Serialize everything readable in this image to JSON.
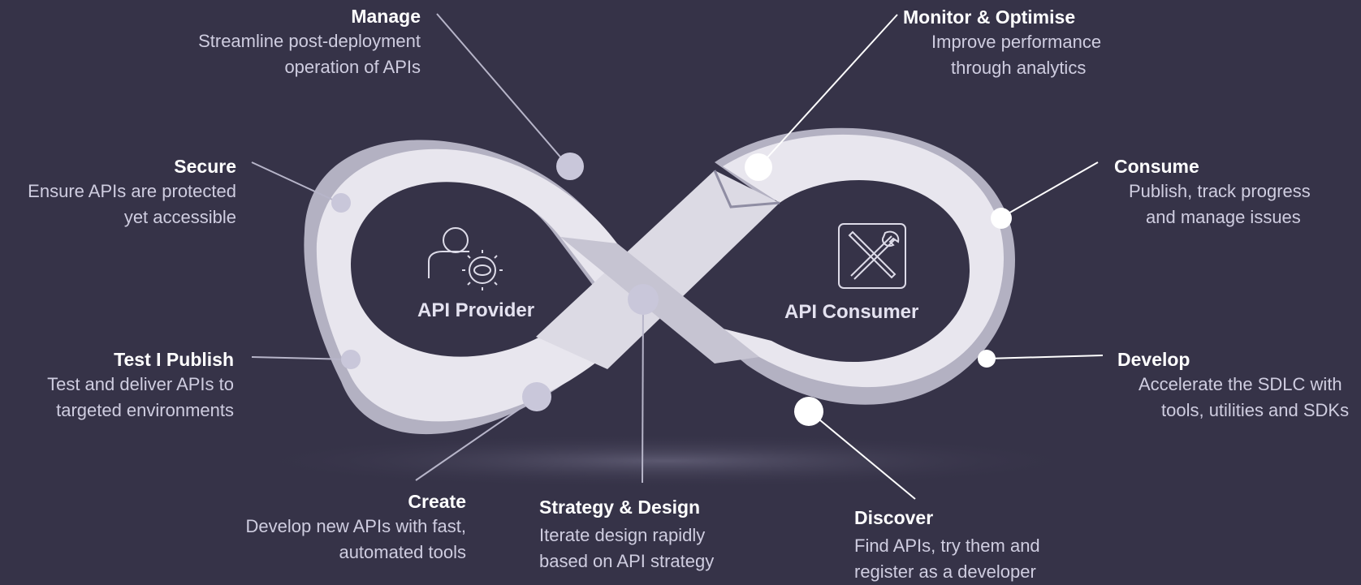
{
  "hubs": {
    "provider": "API Provider",
    "consumer": "API Consumer"
  },
  "icons": {
    "provider": "user-api-gear-icon",
    "consumer": "tools-wrench-screwdriver-icon"
  },
  "colors": {
    "background": "#363348",
    "band_light": "#e8e6ee",
    "band_shade": "#b3b1c2",
    "node_provider": "#c9c7da",
    "node_consumer": "#ffffff"
  },
  "stages": {
    "manage": {
      "title": "Manage",
      "desc": [
        "Streamline post-deployment",
        "operation of APIs"
      ]
    },
    "secure": {
      "title": "Secure",
      "desc": [
        "Ensure APIs are protected",
        "yet accessible"
      ]
    },
    "test_publish": {
      "title": "Test I Publish",
      "desc": [
        "Test and deliver APIs to",
        "targeted environments"
      ]
    },
    "create": {
      "title": "Create",
      "desc": [
        "Develop new APIs with fast,",
        "automated tools"
      ]
    },
    "strategy": {
      "title": "Strategy & Design",
      "desc": [
        "Iterate design rapidly",
        "based on API strategy"
      ]
    },
    "monitor": {
      "title": "Monitor & Optimise",
      "desc": [
        "Improve performance",
        "through analytics"
      ]
    },
    "consume": {
      "title": "Consume",
      "desc": [
        "Publish, track progress",
        "and manage issues"
      ]
    },
    "develop": {
      "title": "Develop",
      "desc": [
        "Accelerate the SDLC with",
        "tools, utilities and SDKs"
      ]
    },
    "discover": {
      "title": "Discover",
      "desc": [
        "Find APIs, try them and",
        "register as a developer"
      ]
    }
  }
}
